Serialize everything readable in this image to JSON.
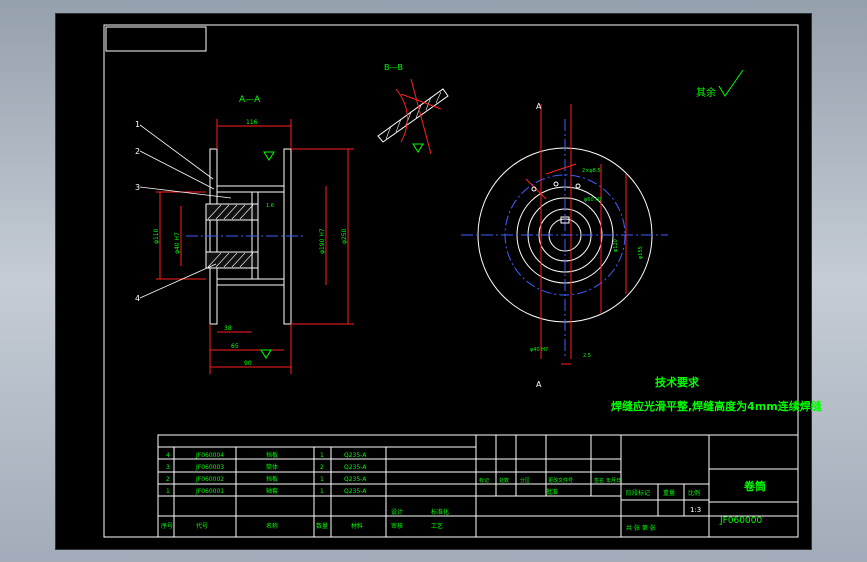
{
  "drawing": {
    "tech_req_title": "技术要求",
    "tech_req_text": "焊缝应光滑平整,焊缝高度为4mm连续焊缝",
    "section_a_label": "A—A",
    "section_b_label": "B—B",
    "cut_a_label": "A",
    "roughness_note": "其余",
    "leaders": [
      "1",
      "2",
      "3",
      "4"
    ],
    "dims": {
      "top_width": "116",
      "bottom_1": "38",
      "bottom_2": "65",
      "bottom_3": "90",
      "dia_left": "φ110",
      "dia_inner_left": "φ40 H7",
      "dia_right": "φ250",
      "dia_mid_right": "φ190 H7",
      "hole_note": "2×φ8.5",
      "inner_note": "φ60 H7",
      "right_note_1": "φ120",
      "right_note_2": "φ155",
      "side_1": "1.6",
      "side_2": "2.5"
    }
  },
  "title_block": {
    "part_name": "卷筒",
    "drawing_no": "JF060000",
    "scale": "1:3",
    "stage_mark": "阶段标记",
    "weight": "重量",
    "ratio": "比例",
    "sheets": "共 张 第 张",
    "header_row": [
      "序号",
      "代号",
      "名称",
      "数量",
      "材料"
    ],
    "revision_headers": [
      "标记",
      "处数",
      "分区",
      "更改文件号",
      "签名",
      "年月日"
    ],
    "sign_labels": [
      "设计",
      "标准化",
      "审核",
      "工艺",
      "批准"
    ],
    "bom": [
      {
        "no": "4",
        "code": "JF060004",
        "name": "挡板",
        "qty": "1",
        "mat": "Q235-A"
      },
      {
        "no": "3",
        "code": "JF060003",
        "name": "筒体",
        "qty": "2",
        "mat": "Q235-A"
      },
      {
        "no": "2",
        "code": "JF060002",
        "name": "挡板",
        "qty": "1",
        "mat": "Q235-A"
      },
      {
        "no": "1",
        "code": "JF060001",
        "name": "轴套",
        "qty": "1",
        "mat": "Q235-A"
      }
    ]
  }
}
